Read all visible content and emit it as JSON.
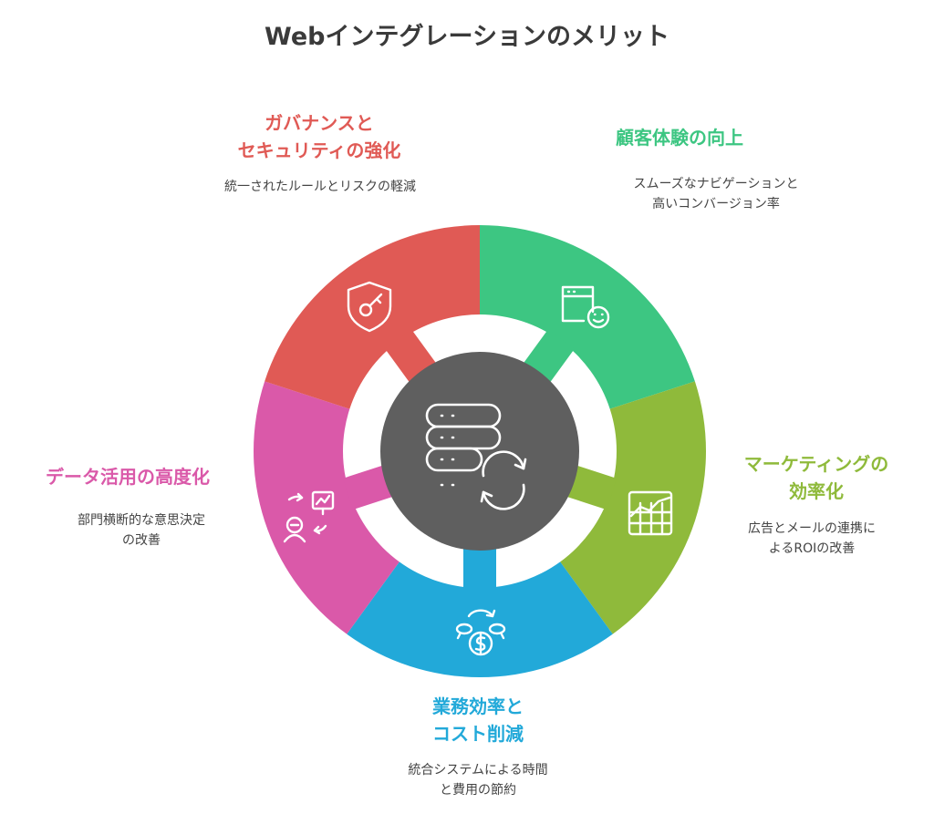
{
  "title": "Webインテグレーションのメリット",
  "colors": {
    "governance": "#e05a55",
    "experience": "#3dc682",
    "marketing": "#8fba3b",
    "efficiency": "#22a9d9",
    "data": "#da59a9",
    "hub": "#5f5f5f"
  },
  "segments": [
    {
      "key": "governance",
      "title_lines": [
        "ガバナンスと",
        "セキュリティの強化"
      ],
      "desc_lines": [
        "統一されたルールとリスクの軽減"
      ],
      "icon": "shield-key-icon"
    },
    {
      "key": "experience",
      "title_lines": [
        "顧客体験の向上"
      ],
      "desc_lines": [
        "スムーズなナビゲーションと",
        "高いコンバージョン率"
      ],
      "icon": "browser-smiley-icon"
    },
    {
      "key": "marketing",
      "title_lines": [
        "マーケティングの",
        "効率化"
      ],
      "desc_lines": [
        "広告とメールの連携に",
        "よるROIの改善"
      ],
      "icon": "chart-grid-icon"
    },
    {
      "key": "efficiency",
      "title_lines": [
        "業務効率と",
        "コスト削減"
      ],
      "desc_lines": [
        "統合システムによる時間",
        "と費用の節約"
      ],
      "icon": "money-cycle-icon"
    },
    {
      "key": "data",
      "title_lines": [
        "データ活用の高度化"
      ],
      "desc_lines": [
        "部門横断的な意思決定",
        "の改善"
      ],
      "icon": "presenter-chart-icon"
    }
  ],
  "hub": {
    "icon": "server-sync-icon"
  }
}
